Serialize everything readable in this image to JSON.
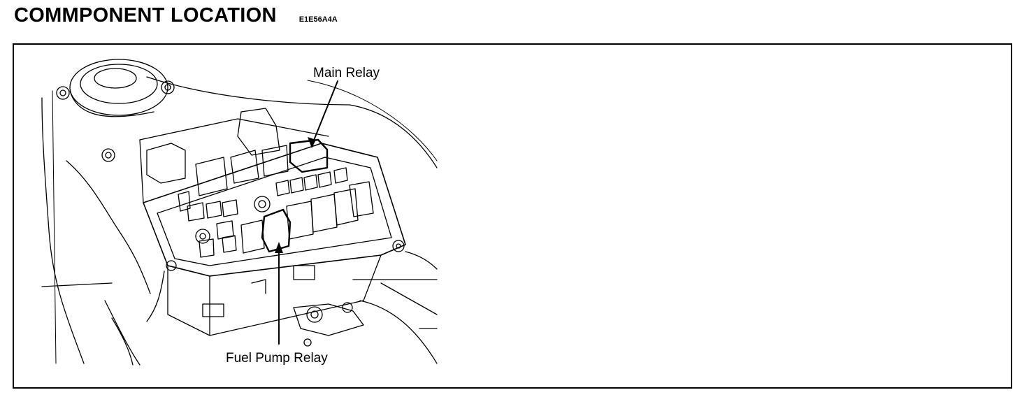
{
  "header": {
    "title": "COMMPONENT  LOCATION",
    "code": "E1E56A4A"
  },
  "figure": {
    "callouts": {
      "main_relay": "Main Relay",
      "fuel_pump_relay": "Fuel Pump Relay"
    }
  }
}
